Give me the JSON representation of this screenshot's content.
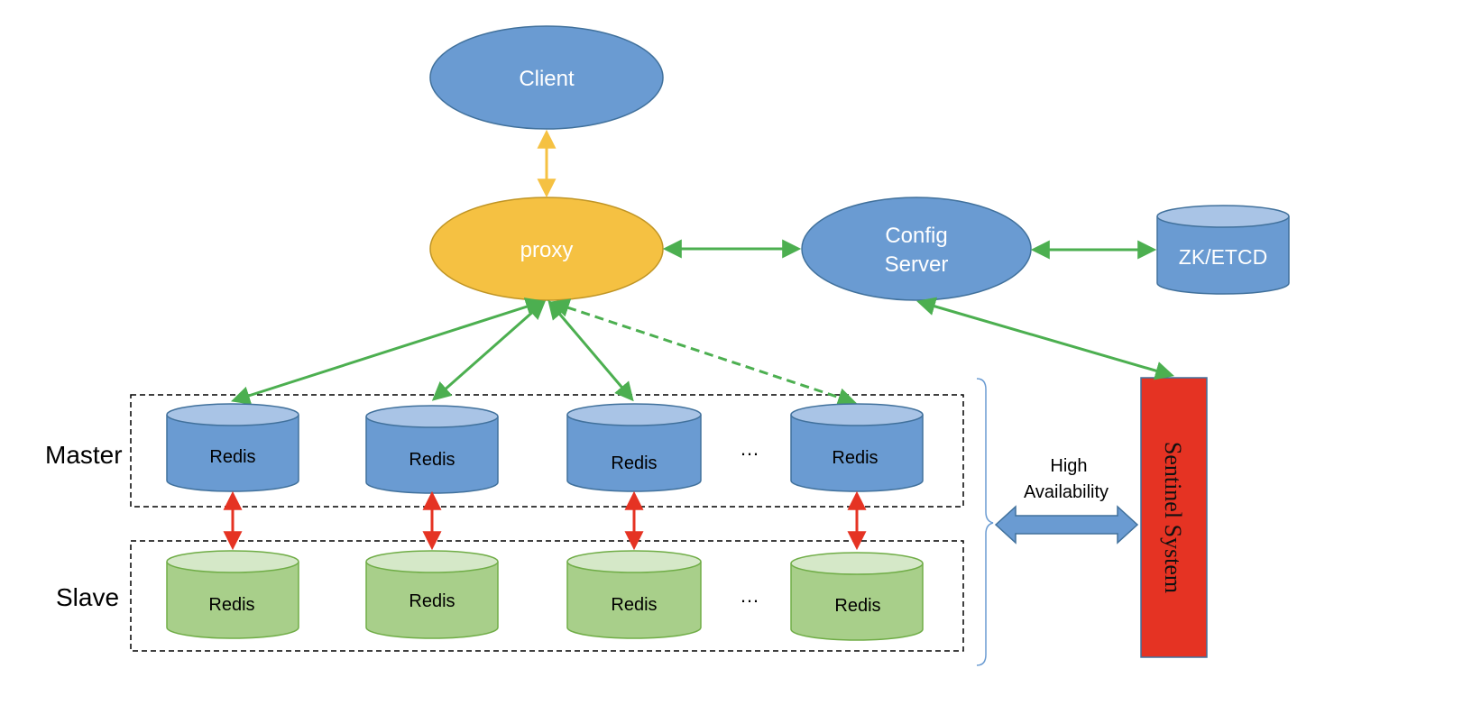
{
  "nodes": {
    "client": "Client",
    "proxy": "proxy",
    "config_server": [
      "Config",
      "Server"
    ],
    "zk_etcd": "ZK/ETCD",
    "sentinel": "Sentinel System"
  },
  "groups": {
    "master": "Master",
    "slave": "Slave"
  },
  "redis_label": "Redis",
  "ellipsis": "…",
  "high_availability": [
    "High",
    "Availability"
  ],
  "colors": {
    "blue_fill": "#6a9bd2",
    "blue_stroke": "#41719c",
    "blue_top": "#a9c4e6",
    "yellow_fill": "#f5c142",
    "yellow_stroke": "#c09525",
    "green_fill": "#a8cf8a",
    "green_stroke": "#70ad47",
    "green_top": "#d5e8c8",
    "red": "#e53323",
    "arrow_green": "#4caf50",
    "arrow_yellow": "#f5c142",
    "arrow_red": "#e53323"
  }
}
